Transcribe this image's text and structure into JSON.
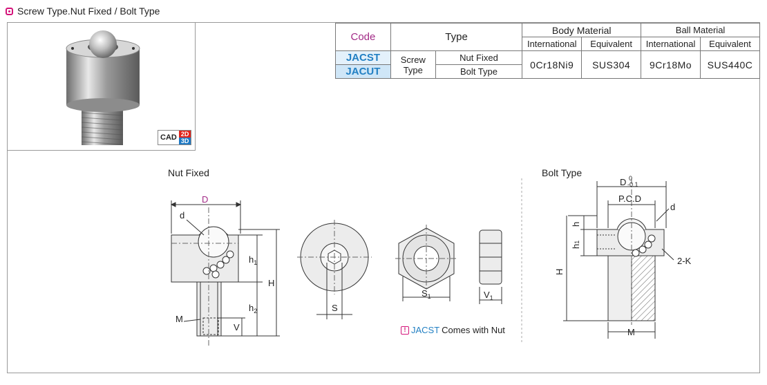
{
  "header": {
    "title": "Screw Type.Nut Fixed / Bolt Type"
  },
  "cad_badge": {
    "label": "CAD",
    "d2": "2D",
    "d3": "3D"
  },
  "table": {
    "code_header": "Code",
    "type_header": "Type",
    "body_material_header": "Body Material",
    "ball_material_header": "Ball Material",
    "international": "International",
    "equivalent": "Equivalent",
    "rows": [
      {
        "code": "JACST",
        "subtype": "Nut Fixed"
      },
      {
        "code": "JACUT",
        "subtype": "Bolt Type"
      }
    ],
    "screw_type": "Screw Type",
    "body_intl": "0Cr18Ni9",
    "body_equiv": "SUS304",
    "ball_intl": "9Cr18Mo",
    "ball_equiv": "SUS440C"
  },
  "drawing": {
    "nut_fixed_title": "Nut Fixed",
    "bolt_type_title": "Bolt Type",
    "dims": {
      "D": "D",
      "d": "d",
      "h1": "h",
      "h1_sub": "1",
      "H": "H",
      "h2": "h",
      "h2_sub": "2",
      "M": "M",
      "V": "V",
      "S": "S",
      "S1": "S",
      "S1_sub": "1",
      "V1": "V",
      "V1_sub": "1",
      "D_tol": "D",
      "tol_up": "0",
      "tol_down": "-0.1",
      "pcd": "P.C.D",
      "h": "h",
      "two_k": "2-K"
    }
  },
  "note": {
    "code": "JACST",
    "text": " Comes with Nut",
    "icon": "!"
  }
}
